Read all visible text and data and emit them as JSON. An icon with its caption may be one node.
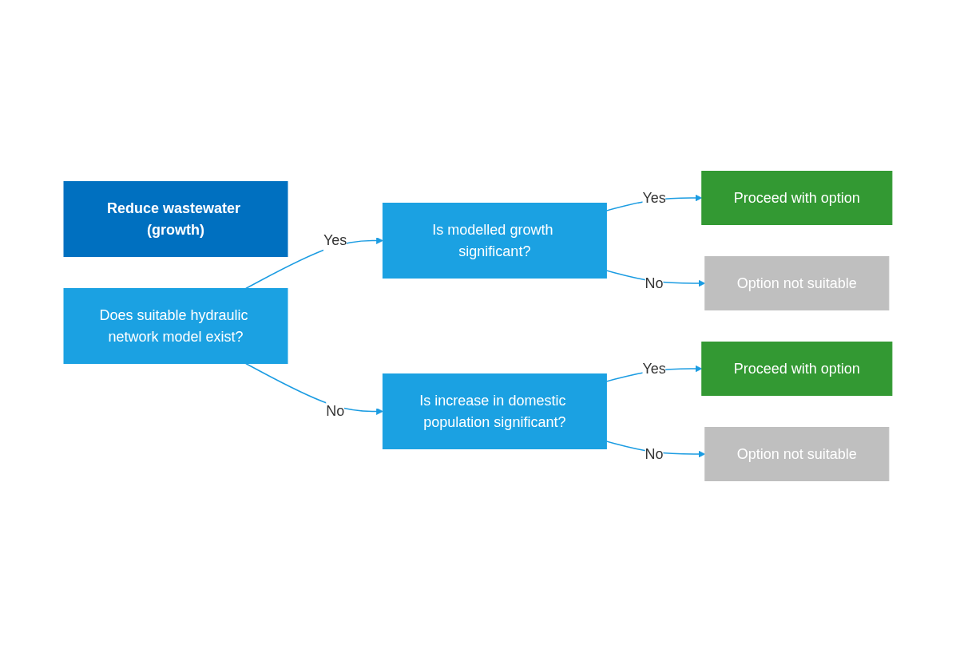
{
  "diagram": {
    "nodes": [
      {
        "text": [
          "Reduce wastewater (growth)"
        ]
      },
      {
        "text": [
          "Does suitable hydraulic network model exist?"
        ]
      },
      {
        "text": [
          "Is modelled growth significant?"
        ]
      },
      {
        "text": [
          "Proceed with option"
        ]
      },
      {
        "text": [
          "Option not suitable"
        ]
      },
      {
        "text": [
          "Is increase in domestic population significant?"
        ]
      },
      {
        "text": [
          "Proceed with option"
        ]
      },
      {
        "text": [
          "Option not suitable"
        ]
      }
    ],
    "edges": [
      {
        "from": 1,
        "to": 2,
        "label": "Yes",
        "arrow": "to"
      },
      {
        "from": 2,
        "to": 3,
        "label": "Yes",
        "arrow": "to"
      },
      {
        "from": 2,
        "to": 4,
        "label": "No",
        "arrow": "to"
      },
      {
        "from": 1,
        "to": 5,
        "label": "No",
        "arrow": "to"
      },
      {
        "from": 5,
        "to": 6,
        "label": "Yes",
        "arrow": "to"
      },
      {
        "from": 5,
        "to": 7,
        "label": "No",
        "arrow": "to"
      }
    ]
  }
}
